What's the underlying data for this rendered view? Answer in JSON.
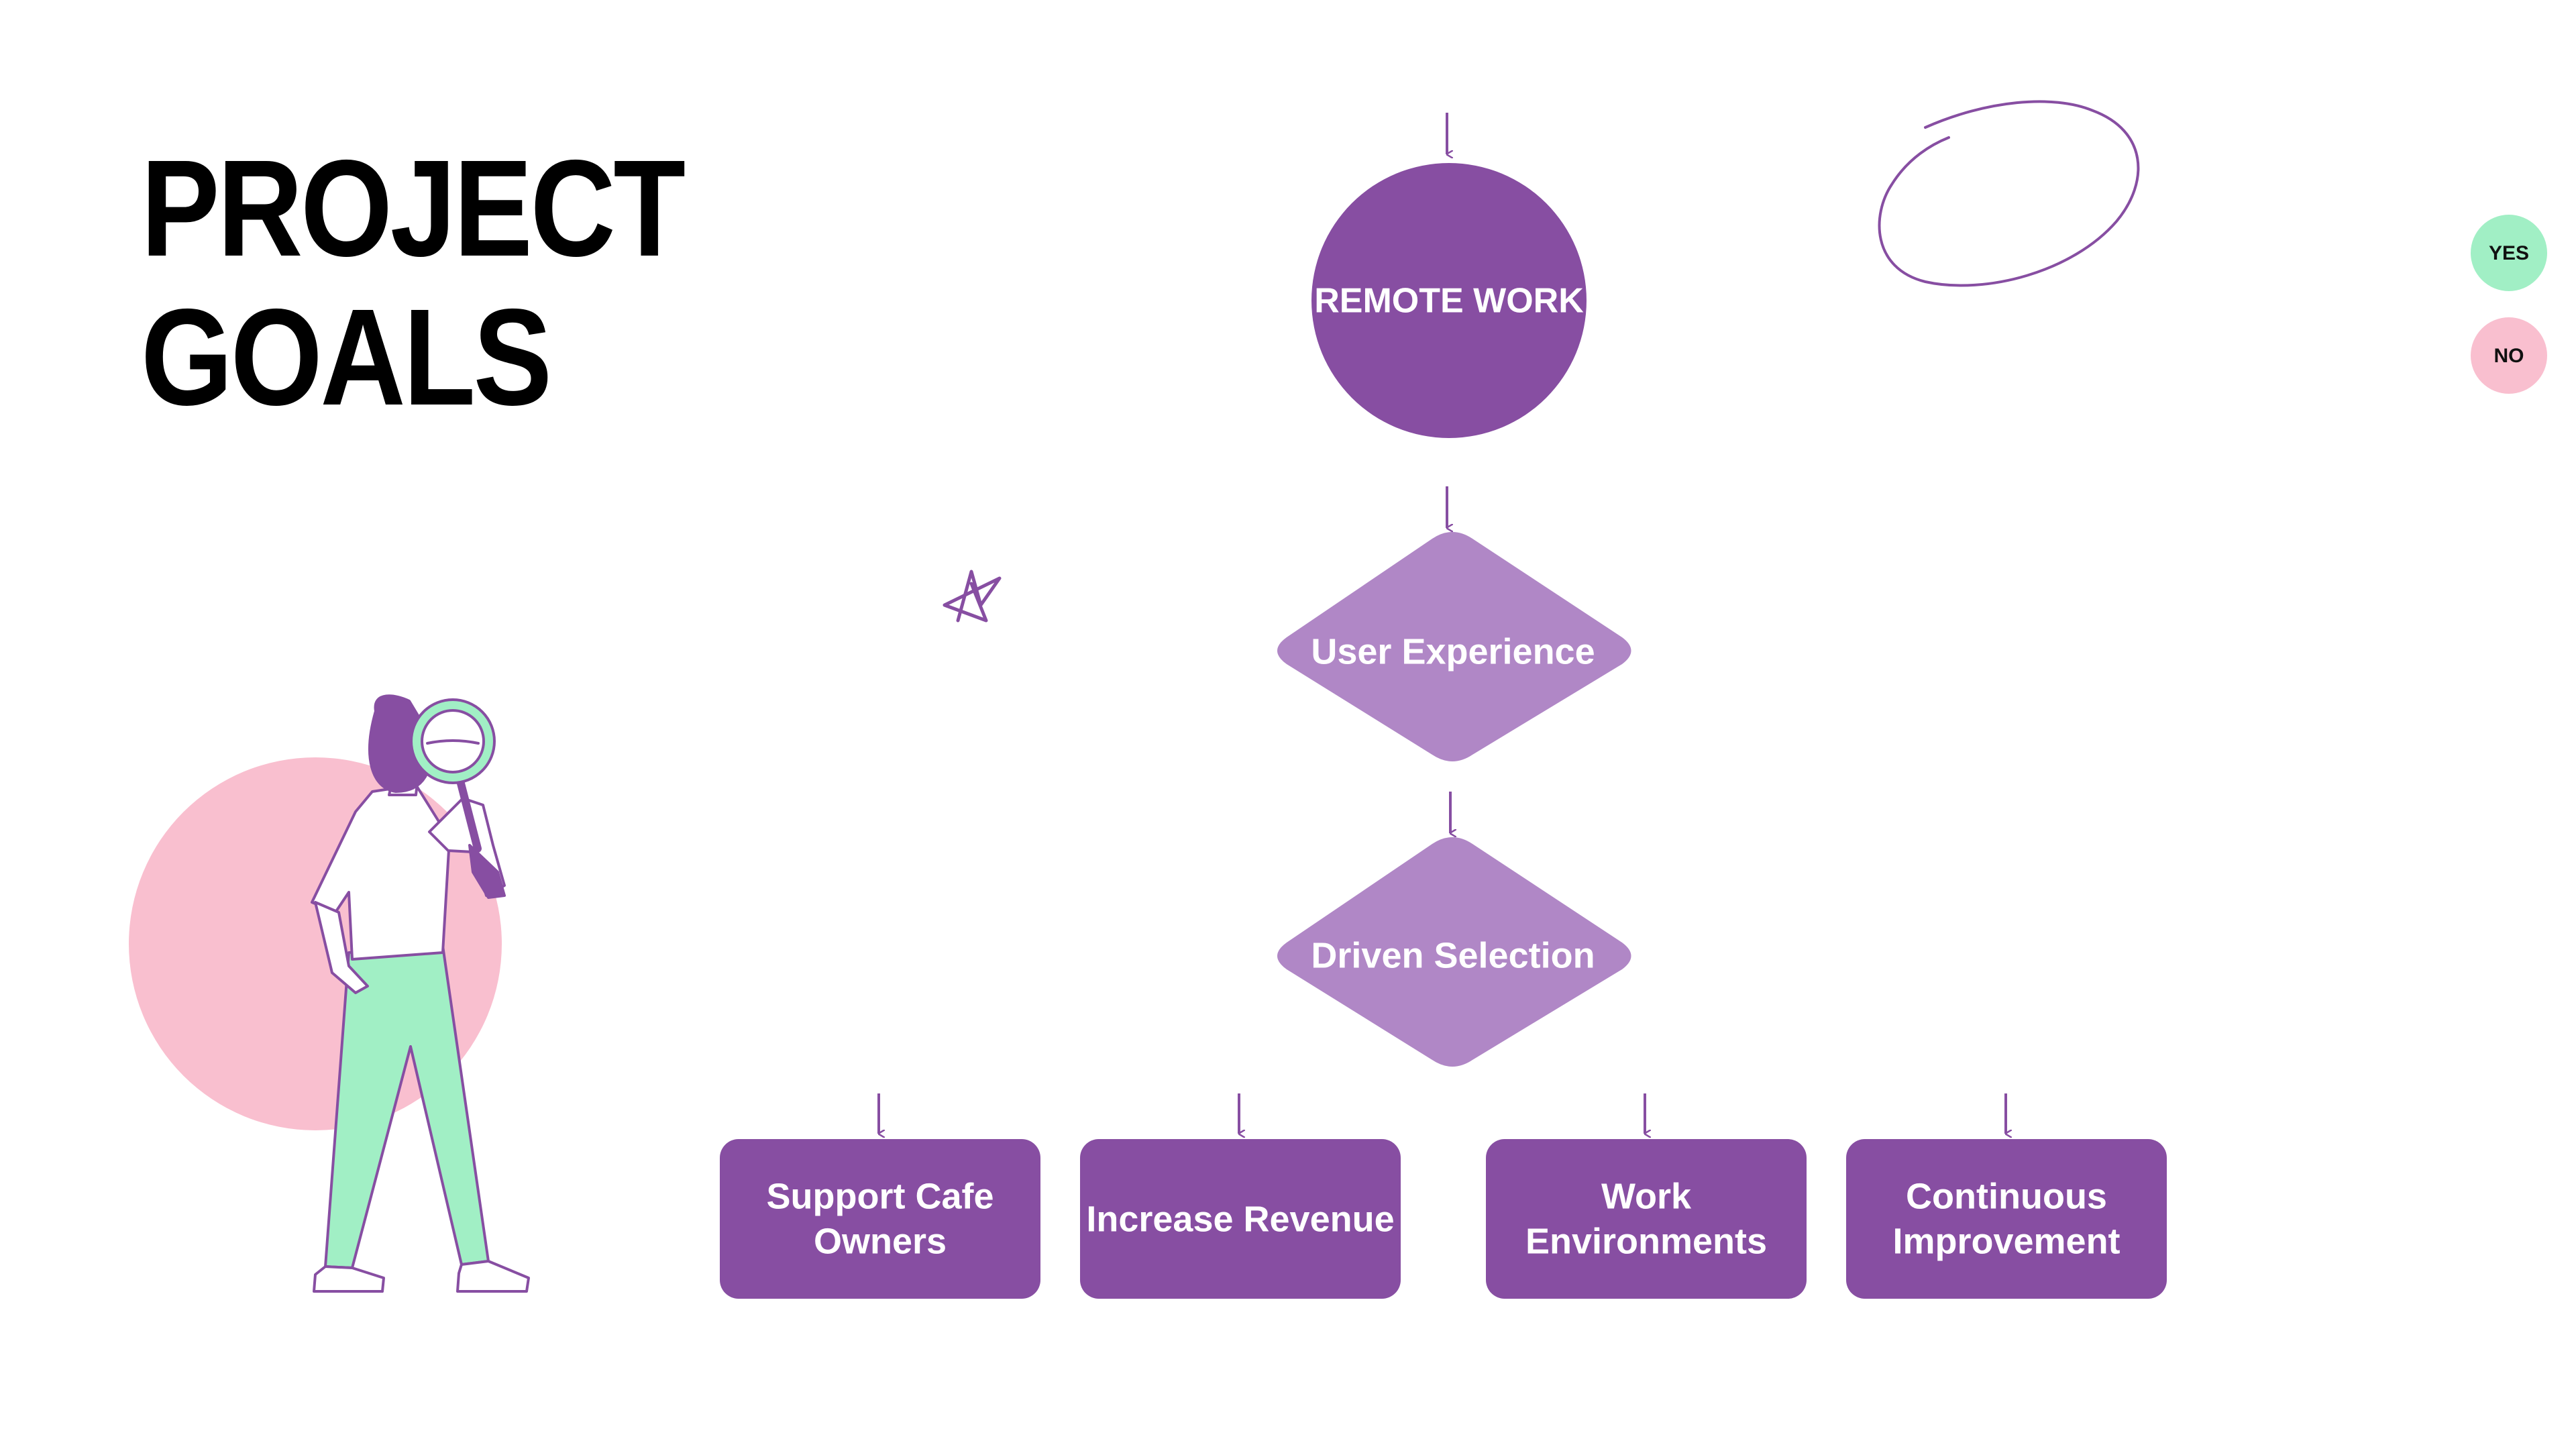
{
  "title": {
    "line1": "PROJECT",
    "line2": "GOALS"
  },
  "legend": {
    "yes": "YES",
    "no": "NO"
  },
  "colors": {
    "dark_purple": "#874ea2",
    "light_purple": "#b087c6",
    "pink": "#f9bfcf",
    "mint": "#a1efc5"
  },
  "flow": {
    "start": "REMOTE WORK",
    "decision1": "User Experience",
    "decision2": "Driven Selection",
    "outcomes": [
      {
        "line1": "Support Cafe",
        "line2": "Owners"
      },
      {
        "line1": "Increase Revenue",
        "line2": ""
      },
      {
        "line1": "Work",
        "line2": "Environments"
      },
      {
        "line1": "Continuous",
        "line2": "Improvement"
      }
    ]
  }
}
